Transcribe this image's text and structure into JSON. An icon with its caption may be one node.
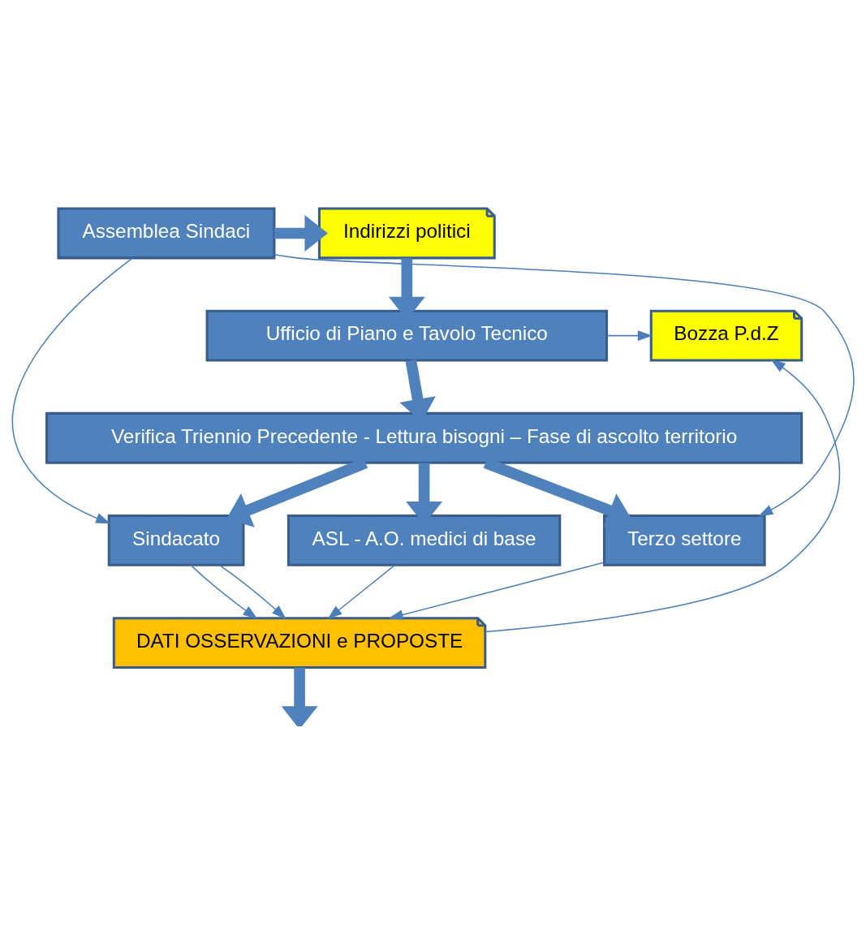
{
  "diagram": {
    "nodes": [
      {
        "text": [
          "Assemblea Sindaci"
        ]
      },
      {
        "text": [
          "Indirizzi politici"
        ]
      },
      {
        "text": [
          "Ufficio di Piano e Tavolo Tecnico"
        ]
      },
      {
        "text": [
          "Bozza P.d.Z"
        ]
      },
      {
        "text": [
          "Verifica Triennio Precedente - Lettura bisogni – Fase di ascolto territorio"
        ]
      },
      {
        "text": [
          "Terzo settore"
        ]
      },
      {
        "text": [
          "ASL - A.O. medici di base"
        ]
      },
      {
        "text": [
          "Sindacato"
        ]
      },
      {
        "text": [
          "DATI OSSERVAZIONI e PROPOSTE"
        ]
      }
    ],
    "edges": [
      {
        "from": 0,
        "to": 1,
        "arrow": "to",
        "style": "thick"
      },
      {
        "from": 1,
        "to": 2,
        "arrow": "to",
        "style": "thick"
      },
      {
        "from": 0,
        "to": 7,
        "arrow": "to"
      },
      {
        "from": 0,
        "to": 5,
        "arrow": "to"
      },
      {
        "from": 2,
        "to": 3,
        "arrow": "to"
      },
      {
        "from": 2,
        "to": 4,
        "arrow": "to",
        "style": "thick"
      },
      {
        "from": 4,
        "to": 5,
        "arrow": "to",
        "style": "thick"
      },
      {
        "from": 4,
        "to": 6,
        "arrow": "to",
        "style": "thick"
      },
      {
        "from": 4,
        "to": 7,
        "arrow": "to",
        "style": "thick"
      },
      {
        "from": 5,
        "to": 8,
        "arrow": "to"
      },
      {
        "from": 6,
        "to": 8,
        "arrow": "to"
      },
      {
        "from": 7,
        "to": 8,
        "arrow": "to"
      },
      {
        "from": 7,
        "to": 8,
        "arrow": "to"
      },
      {
        "from": 8,
        "to": 3,
        "arrow": "to"
      },
      {
        "from": 8,
        "to": null,
        "arrow": "to",
        "style": "thick"
      }
    ]
  }
}
